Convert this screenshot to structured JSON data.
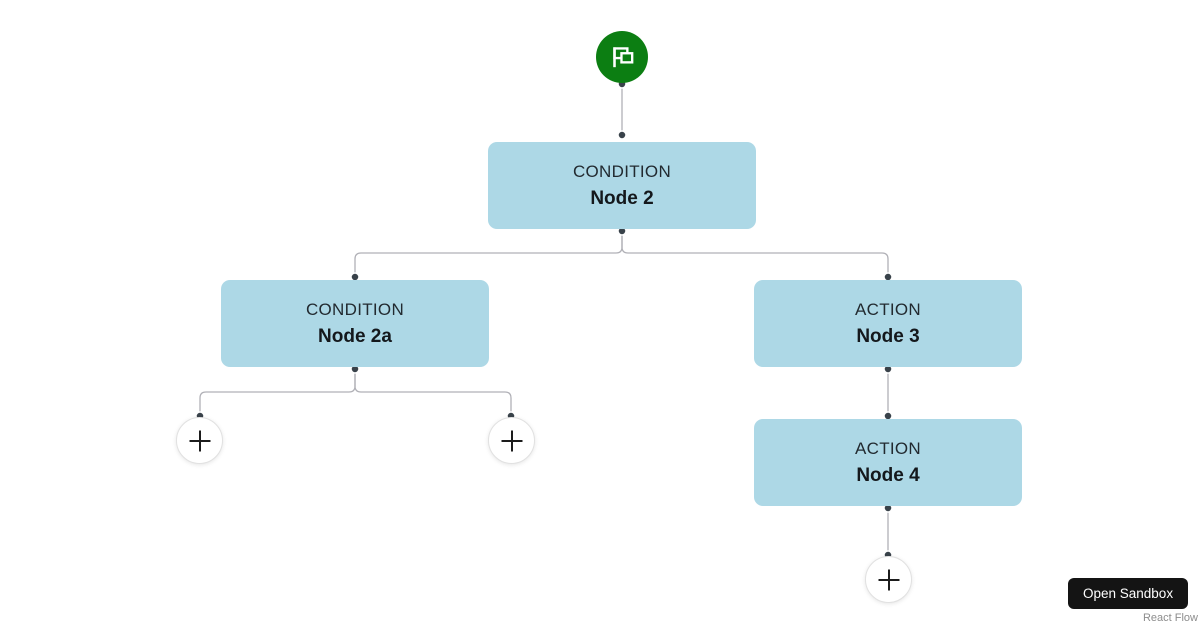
{
  "flow": {
    "start_node": {
      "icon": "flag-icon"
    },
    "nodes": [
      {
        "id": "node-2",
        "type_label": "CONDITION",
        "name": "Node 2"
      },
      {
        "id": "node-2a",
        "type_label": "CONDITION",
        "name": "Node 2a"
      },
      {
        "id": "node-3",
        "type_label": "ACTION",
        "name": "Node 3"
      },
      {
        "id": "node-4",
        "type_label": "ACTION",
        "name": "Node 4"
      }
    ],
    "add_buttons": [
      {
        "icon": "plus-icon"
      },
      {
        "icon": "plus-icon"
      },
      {
        "icon": "plus-icon"
      }
    ]
  },
  "colors": {
    "start_node_green": "#0c7e12",
    "node_fill_blue": "#add8e6",
    "edge_gray": "#b1b1b7",
    "handle_dark": "#39424a",
    "sandbox_button_dark": "#141414"
  },
  "footer": {
    "open_sandbox_label": "Open Sandbox",
    "attribution": "React Flow"
  }
}
